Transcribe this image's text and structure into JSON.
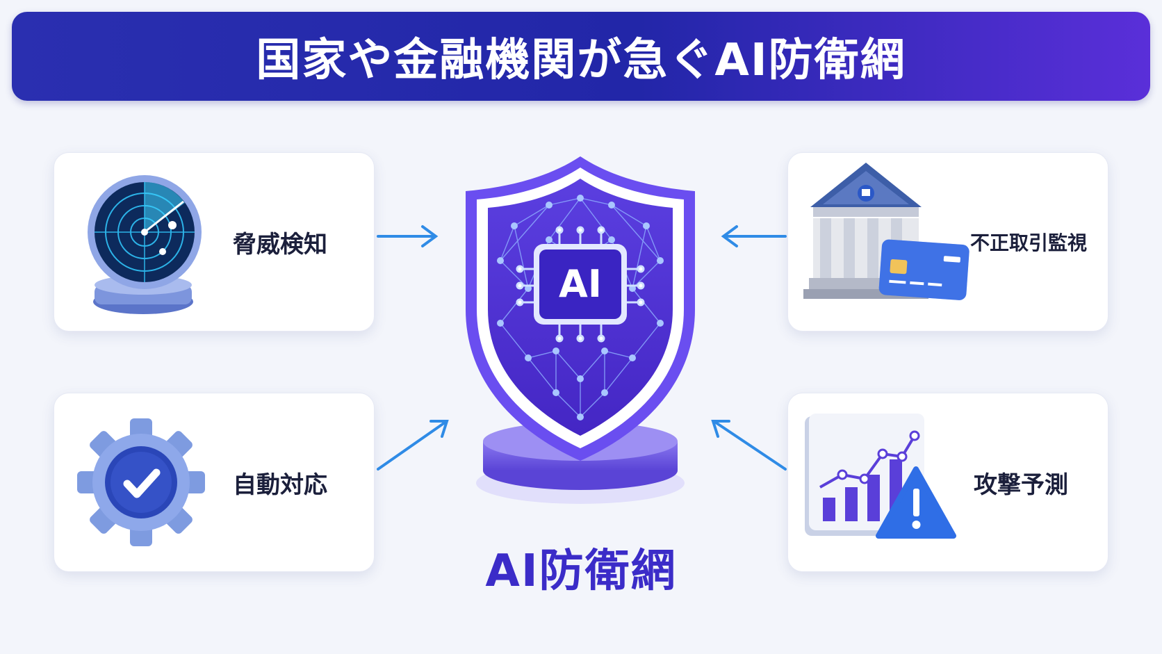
{
  "title": "国家や金融機関が急ぐAI防衛網",
  "center": {
    "chip_label": "AI",
    "label": "AI防衛網"
  },
  "cards": {
    "top_left": {
      "label": "脅威検知",
      "icon": "radar-icon"
    },
    "bottom_left": {
      "label": "自動対応",
      "icon": "gear-check-icon"
    },
    "top_right": {
      "label": "不正取引監視",
      "icon": "bank-card-icon"
    },
    "bottom_right": {
      "label": "攻撃予測",
      "icon": "chart-warning-icon"
    }
  },
  "colors": {
    "banner_start": "#2a2fb0",
    "banner_end": "#5a2fd9",
    "shield": "#4b2fd0",
    "arrow": "#2f8be6",
    "center_label": "#3b2cc8"
  }
}
